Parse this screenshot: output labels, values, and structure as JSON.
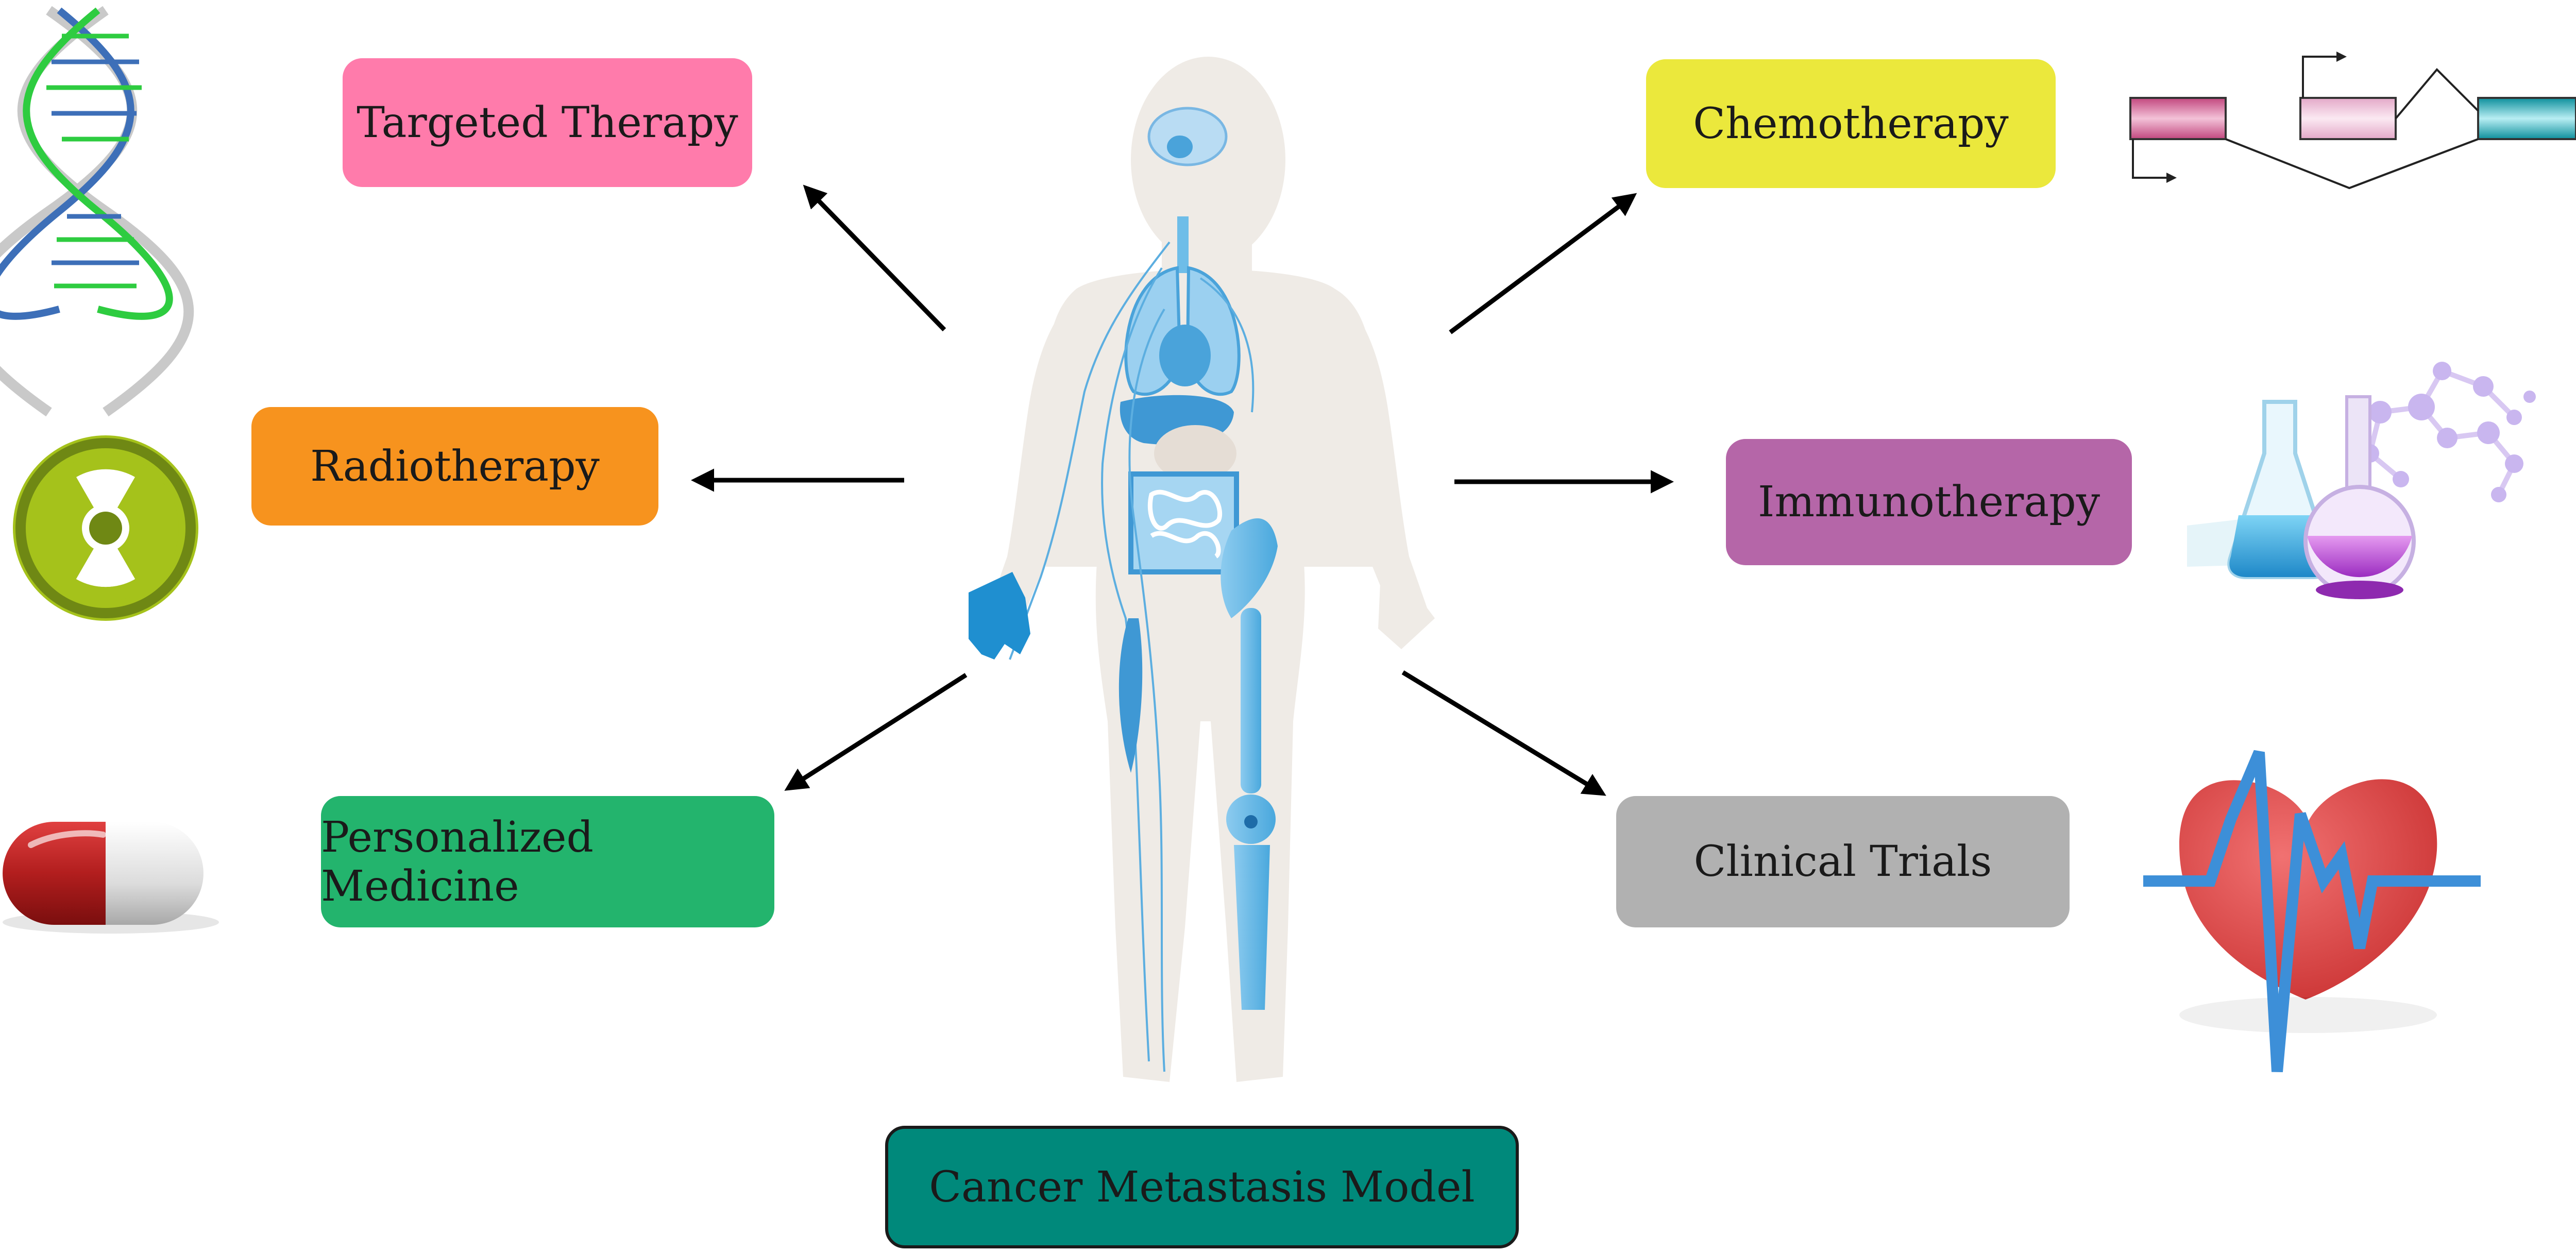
{
  "diagram": {
    "center": {
      "label": "Cancer Metastasis Model",
      "color": "#00897b"
    },
    "nodes": [
      {
        "id": "targeted-therapy",
        "label": "Targeted Therapy",
        "color": "#ff7bab"
      },
      {
        "id": "radiotherapy",
        "label": "Radiotherapy",
        "color": "#f7931e"
      },
      {
        "id": "personalized-medicine",
        "label": "Personalized Medicine",
        "color": "#23b46d"
      },
      {
        "id": "chemotherapy",
        "label": "Chemotherapy",
        "color": "#ebe83c"
      },
      {
        "id": "immunotherapy",
        "label": "Immunotherapy",
        "color": "#b566a8"
      },
      {
        "id": "clinical-trials",
        "label": "Clinical Trials",
        "color": "#b1b1b1"
      }
    ],
    "icons": [
      "dna-helix-icon",
      "radiation-icon",
      "capsule-pill-icon",
      "gene-splicing-icon",
      "lab-flask-molecule-icon",
      "heart-pulse-icon"
    ],
    "body_illustration": "human-anatomy-icon"
  }
}
